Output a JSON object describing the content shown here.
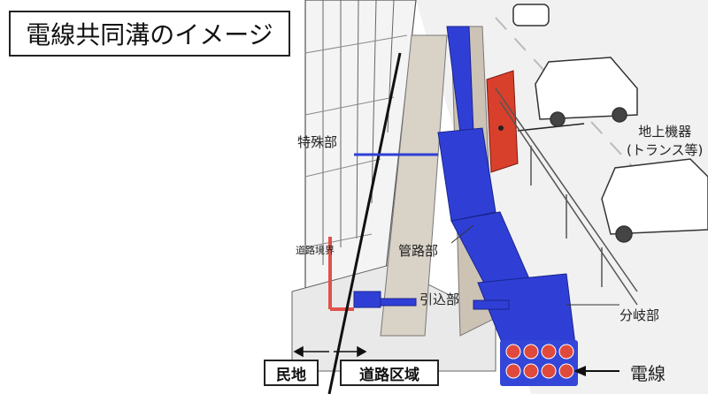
{
  "title": "電線共同溝のイメージ",
  "labels": {
    "special_section": "特殊部",
    "ground_equipment_line1": "地上機器",
    "ground_equipment_line2": "(トランス等)",
    "pipeline_section": "管路部",
    "boundary": "道路境界",
    "service_section": "引込部",
    "branch_section": "分岐部",
    "private_land": "民地",
    "road_area": "道路区域",
    "cable": "電線"
  },
  "colors": {
    "conduit": "#2f3fd6",
    "transformer": "#d8402c",
    "boundary_line": "#e0524a",
    "cable_circle": "#e04a3c"
  }
}
